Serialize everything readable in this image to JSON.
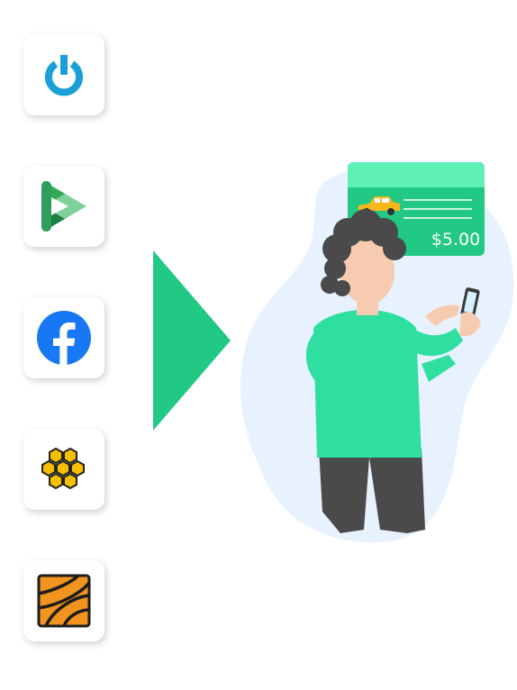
{
  "apps": [
    {
      "name": "power-app",
      "icon": "power-icon",
      "color": "#1A9FD9"
    },
    {
      "name": "play-app",
      "icon": "play-triangle-icon",
      "color": "#2E9E5B"
    },
    {
      "name": "facebook-app",
      "icon": "facebook-icon",
      "color": "#1877F2"
    },
    {
      "name": "honeycomb-app",
      "icon": "honeycomb-icon",
      "color": "#F6C000"
    },
    {
      "name": "orange-grid-app",
      "icon": "orange-grid-icon",
      "color": "#F0931F"
    }
  ],
  "arrow": {
    "icon": "right-arrow-icon",
    "color": "#22C984"
  },
  "receipt": {
    "price": "$5.00",
    "icon": "taxi-icon",
    "color": "#3FE0A5"
  },
  "illustration": {
    "subject": "person-with-phone"
  }
}
